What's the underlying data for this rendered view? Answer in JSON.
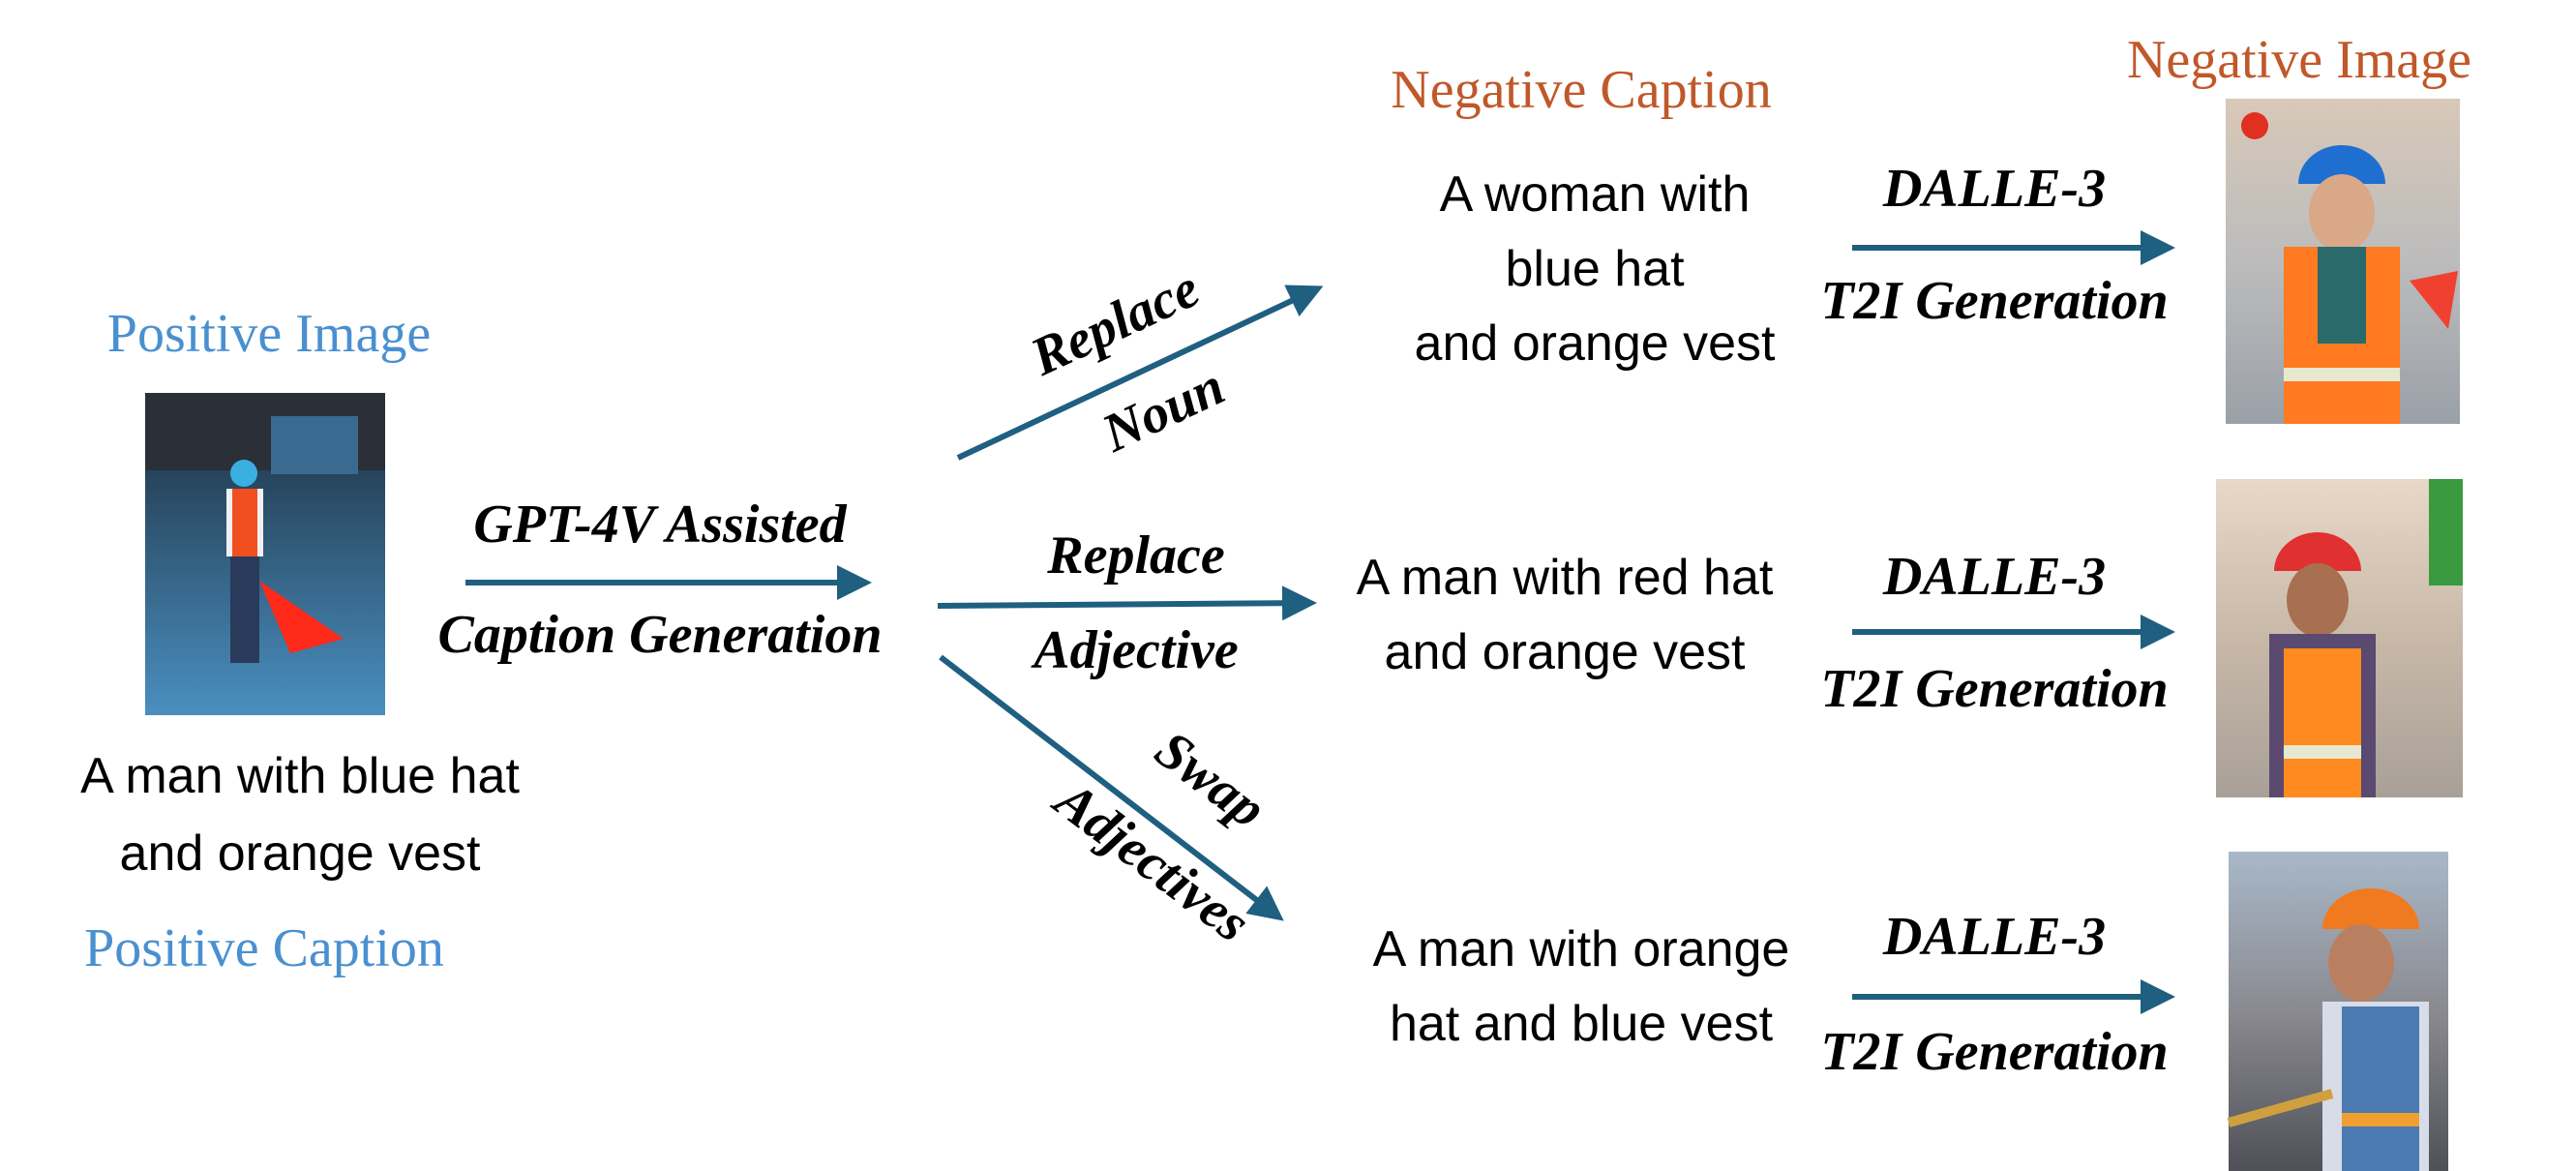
{
  "colors": {
    "positive": "#4a90d0",
    "negative": "#c0582a",
    "arrow": "#1f5f80"
  },
  "positive": {
    "image_title": "Positive Image",
    "caption_lines": [
      "A man with blue hat",
      "and orange vest"
    ],
    "caption_title": "Positive Caption"
  },
  "generation": {
    "line1": "GPT-4V Assisted",
    "line2": "Caption Generation"
  },
  "negative": {
    "caption_title": "Negative Caption",
    "image_title": "Negative Image"
  },
  "branches": [
    {
      "op_line1": "Replace",
      "op_line2": "Noun",
      "caption_lines": [
        "A woman with",
        "blue hat",
        "and orange vest"
      ],
      "t2i_line1": "DALLE-3",
      "t2i_line2": "T2I Generation"
    },
    {
      "op_line1": "Replace",
      "op_line2": "Adjective",
      "caption_lines": [
        "A man with red hat",
        "and orange vest"
      ],
      "t2i_line1": "DALLE-3",
      "t2i_line2": "T2I Generation"
    },
    {
      "op_line1": "Swap",
      "op_line2": "Adjectives",
      "caption_lines": [
        "A man with orange",
        "hat and blue vest"
      ],
      "t2i_line1": "DALLE-3",
      "t2i_line2": "T2I Generation"
    }
  ]
}
